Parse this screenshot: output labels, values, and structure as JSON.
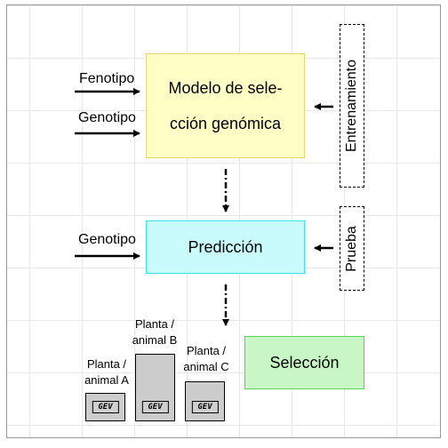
{
  "inputs": {
    "fenotipo": "Fenotipo",
    "genotipo_top": "Genotipo",
    "genotipo_mid": "Genotipo"
  },
  "model": {
    "line1": "Modelo de sele-",
    "line2": "cción genómica"
  },
  "side": {
    "entrenamiento": "Entrenamiento",
    "prueba": "Prueba"
  },
  "prediccion": "Predicción",
  "seleccion": "Selección",
  "candidates": [
    {
      "caption_line1": "Planta /",
      "caption_line2": "animal A",
      "tag": "GEV"
    },
    {
      "caption_line1": "Planta /",
      "caption_line2": "animal B",
      "tag": "GEV"
    },
    {
      "caption_line1": "Planta /",
      "caption_line2": "animal C",
      "tag": "GEV"
    }
  ],
  "colors": {
    "model_fill": "#ffffc5",
    "prediction_fill": "#c9fbfd",
    "selection_fill": "#c8f7c5",
    "bar_fill": "#cccccc"
  }
}
